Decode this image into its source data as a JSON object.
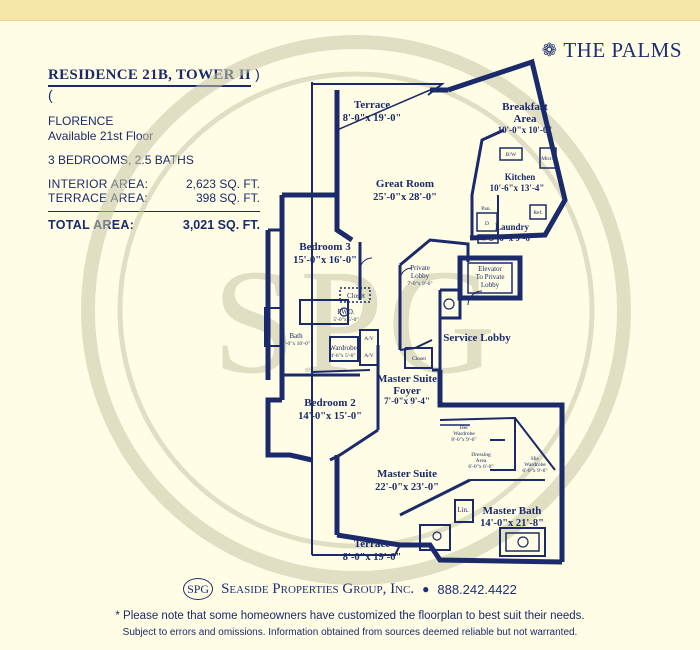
{
  "brand": {
    "logo_icon": "palm-leaf-icon",
    "name": "THE PALMS"
  },
  "info": {
    "residence_title": "RESIDENCE 21B, TOWER II",
    "model": "FLORENCE",
    "availability": "Available 21st Floor",
    "bedrooms_baths": "3 BEDROOMS, 2.5 BATHS",
    "interior_label": "INTERIOR AREA:",
    "interior_value": "2,623 SQ. FT.",
    "terrace_label": "TERRACE AREA:",
    "terrace_value": "398 SQ. FT.",
    "total_label": "TOTAL AREA:",
    "total_value": "3,021 SQ. FT."
  },
  "watermark": "SPG",
  "rooms": {
    "terrace_top": {
      "name": "Terrace",
      "dims": "8'-0\"x 19'-0\""
    },
    "breakfast": {
      "name1": "Breakfast",
      "name2": "Area",
      "dims": "10'-0\"x 10'-0\""
    },
    "great_room": {
      "name": "Great Room",
      "dims": "25'-0\"x 28'-0\""
    },
    "kitchen": {
      "name": "Kitchen",
      "dims": "10'-6\"x 13'-4\""
    },
    "laundry": {
      "name": "Laundry",
      "dims": "5'-6\"x 9'-6\""
    },
    "bedroom3": {
      "name": "Bedroom 3",
      "dims": "15'-0\"x 16'-0\""
    },
    "closet": "Closet",
    "private_lobby": {
      "name1": "Private",
      "name2": "Lobby",
      "dims": "7'-0\"x 9'-6\""
    },
    "elevator": {
      "name1": "Elevator",
      "name2": "To Private",
      "name3": "Lobby"
    },
    "service_lobby": "Service Lobby",
    "pwd": {
      "name": "PWD.",
      "dims": "5'-0\"x 5'-0\""
    },
    "bath": {
      "name": "Bath",
      "dims": "5'-0\"x 10'-0\""
    },
    "wardrobe": {
      "name": "Wardrobe",
      "dims": "4'-6\"x 5'-6\""
    },
    "foyer_closet": "Closet",
    "master_foyer": {
      "name1": "Master Suite",
      "name2": "Foyer",
      "dims": "7'-0\"x 9'-4\""
    },
    "bedroom2": {
      "name": "Bedroom 2",
      "dims": "14'-0\"x 15'-0\""
    },
    "her_wardrobe": {
      "name1": "Her",
      "name2": "Wardrobe",
      "dims": "8'-0\"x 9'-6\""
    },
    "his_wardrobe": {
      "name1": "His",
      "name2": "Wardrobe",
      "dims": "6'-0\"x 9'-6\""
    },
    "dressing": {
      "name1": "Dressing",
      "name2": "Area",
      "dims": "6'-0\"x 6'-0\""
    },
    "master_suite": {
      "name": "Master Suite",
      "dims": "22'-0\"x 23'-0\""
    },
    "master_bath": {
      "name": "Master Bath",
      "dims": "14'-0\"x 21'-8\""
    },
    "lin": "Lin.",
    "terrace_bottom": {
      "name": "Terrace",
      "dims": "8'-0\"x 19'-0\""
    },
    "fixtures": {
      "bw": "B/W",
      "micro": "Micro",
      "ref": "Ref.",
      "pan": "Pan.",
      "d": "D",
      "wr": "W",
      "av1": "A/V",
      "av2": "A/V"
    }
  },
  "footer": {
    "badge": "SPG",
    "company": "Seaside Properties Group, Inc.",
    "phone": "888.242.4422",
    "note": "* Please note that some homeowners have customized the floorplan to best suit their needs.",
    "disclaimer": "Subject to errors and omissions. Information obtained from sources deemed reliable but not warranted."
  }
}
